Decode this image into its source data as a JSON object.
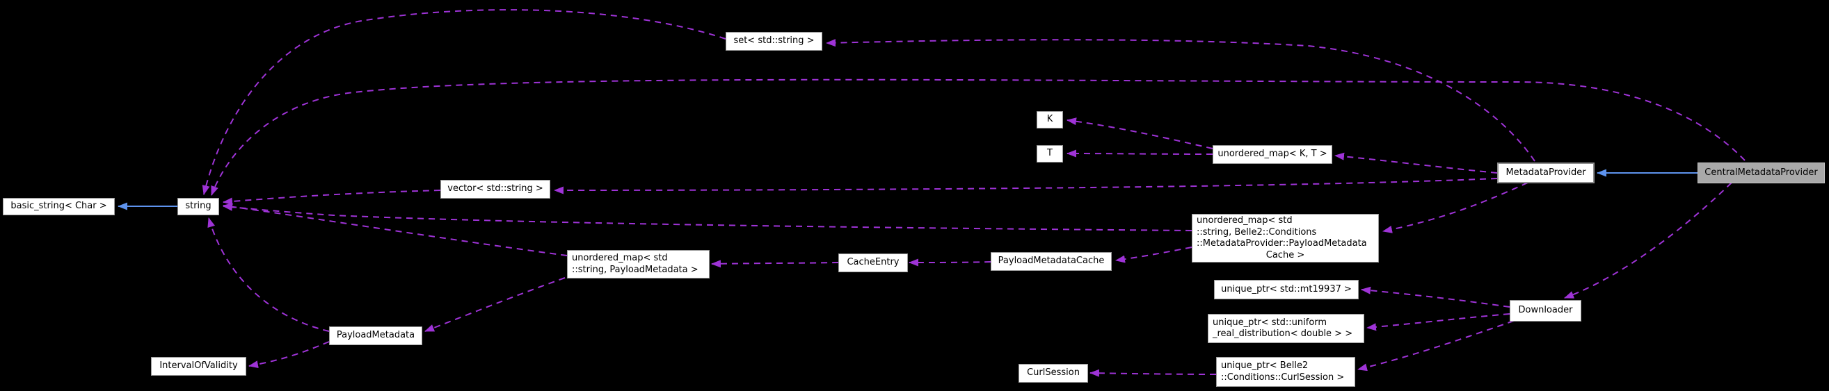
{
  "diagram": {
    "type": "collaboration-graph",
    "background": "#000000",
    "colors": {
      "edge_dashed": "#9E33D6",
      "edge_solid": "#5E93EE",
      "node_bg": "#ffffff",
      "node_border": "#9A9A9A",
      "node_text": "#000000",
      "highlight_node_bg": "#A9A9A9",
      "highlight_node_border": "#C4C4C4"
    },
    "nodes": {
      "basic_string": {
        "label": "basic_string< Char >"
      },
      "string": {
        "label": "string"
      },
      "set_string": {
        "label": "set< std::string >"
      },
      "vector_string": {
        "label": "vector< std::string >"
      },
      "K": {
        "label": "K"
      },
      "T": {
        "label": "T"
      },
      "umap_kt": {
        "label": "unordered_map< K, T >"
      },
      "metadata_provider": {
        "label": "MetadataProvider"
      },
      "central_metadata_provider": {
        "label": "CentralMetadataProvider"
      },
      "umap_cache": {
        "lines": [
          "unordered_map< std",
          "::string, Belle2::Conditions",
          "::MetadataProvider::PayloadMetadata",
          "Cache >"
        ]
      },
      "payload_metadata_cache": {
        "label": "PayloadMetadataCache"
      },
      "cache_entry": {
        "label": "CacheEntry"
      },
      "umap_payload": {
        "lines": [
          "unordered_map< std",
          "::string, PayloadMetadata >"
        ]
      },
      "payload_metadata": {
        "label": "PayloadMetadata"
      },
      "interval_of_validity": {
        "label": "IntervalOfValidity"
      },
      "unique_ptr_mt19937": {
        "label": "unique_ptr< std::mt19937 >"
      },
      "unique_ptr_uniform": {
        "lines": [
          "unique_ptr< std::uniform",
          "_real_distribution< double > >"
        ]
      },
      "unique_ptr_curl": {
        "lines": [
          "unique_ptr< Belle2",
          "::Conditions::CurlSession >"
        ]
      },
      "curl_session": {
        "label": "CurlSession"
      },
      "downloader": {
        "label": "Downloader"
      }
    },
    "edges": [
      {
        "from": "string",
        "to": "basic_string< Char >",
        "style": "solid"
      },
      {
        "from": "CentralMetadataProvider",
        "to": "MetadataProvider",
        "style": "solid"
      },
      {
        "from": "set< std::string >",
        "to": "string",
        "style": "dashed"
      },
      {
        "from": "MetadataProvider",
        "to": "set< std::string >",
        "style": "dashed"
      },
      {
        "from": "CentralMetadataProvider",
        "to": "string",
        "style": "dashed"
      },
      {
        "from": "vector< std::string >",
        "to": "string",
        "style": "dashed"
      },
      {
        "from": "MetadataProvider",
        "to": "vector< std::string >",
        "style": "dashed"
      },
      {
        "from": "MetadataProvider",
        "to": "unordered_map< K, T >",
        "style": "dashed"
      },
      {
        "from": "unordered_map< K, T >",
        "to": "K",
        "style": "dashed"
      },
      {
        "from": "unordered_map< K, T >",
        "to": "T",
        "style": "dashed"
      },
      {
        "from": "MetadataProvider",
        "to": "unordered_map< std::string, Belle2::Conditions::MetadataProvider::PayloadMetadataCache >",
        "style": "dashed"
      },
      {
        "from": "unordered_map< std::string, Belle2::Conditions::MetadataProvider::PayloadMetadataCache >",
        "to": "PayloadMetadataCache",
        "style": "dashed"
      },
      {
        "from": "unordered_map< std::string, Belle2::Conditions::MetadataProvider::PayloadMetadataCache >",
        "to": "string",
        "style": "dashed"
      },
      {
        "from": "PayloadMetadataCache",
        "to": "CacheEntry",
        "style": "dashed"
      },
      {
        "from": "CacheEntry",
        "to": "unordered_map< std::string, PayloadMetadata >",
        "style": "dashed"
      },
      {
        "from": "unordered_map< std::string, PayloadMetadata >",
        "to": "string",
        "style": "dashed"
      },
      {
        "from": "unordered_map< std::string, PayloadMetadata >",
        "to": "PayloadMetadata",
        "style": "dashed"
      },
      {
        "from": "PayloadMetadata",
        "to": "string",
        "style": "dashed"
      },
      {
        "from": "PayloadMetadata",
        "to": "IntervalOfValidity",
        "style": "dashed"
      },
      {
        "from": "CentralMetadataProvider",
        "to": "Downloader",
        "style": "dashed"
      },
      {
        "from": "Downloader",
        "to": "unique_ptr< std::mt19937 >",
        "style": "dashed"
      },
      {
        "from": "Downloader",
        "to": "unique_ptr< std::uniform_real_distribution< double > >",
        "style": "dashed"
      },
      {
        "from": "Downloader",
        "to": "unique_ptr< Belle2::Conditions::CurlSession >",
        "style": "dashed"
      },
      {
        "from": "unique_ptr< Belle2::Conditions::CurlSession >",
        "to": "CurlSession",
        "style": "dashed"
      }
    ]
  }
}
